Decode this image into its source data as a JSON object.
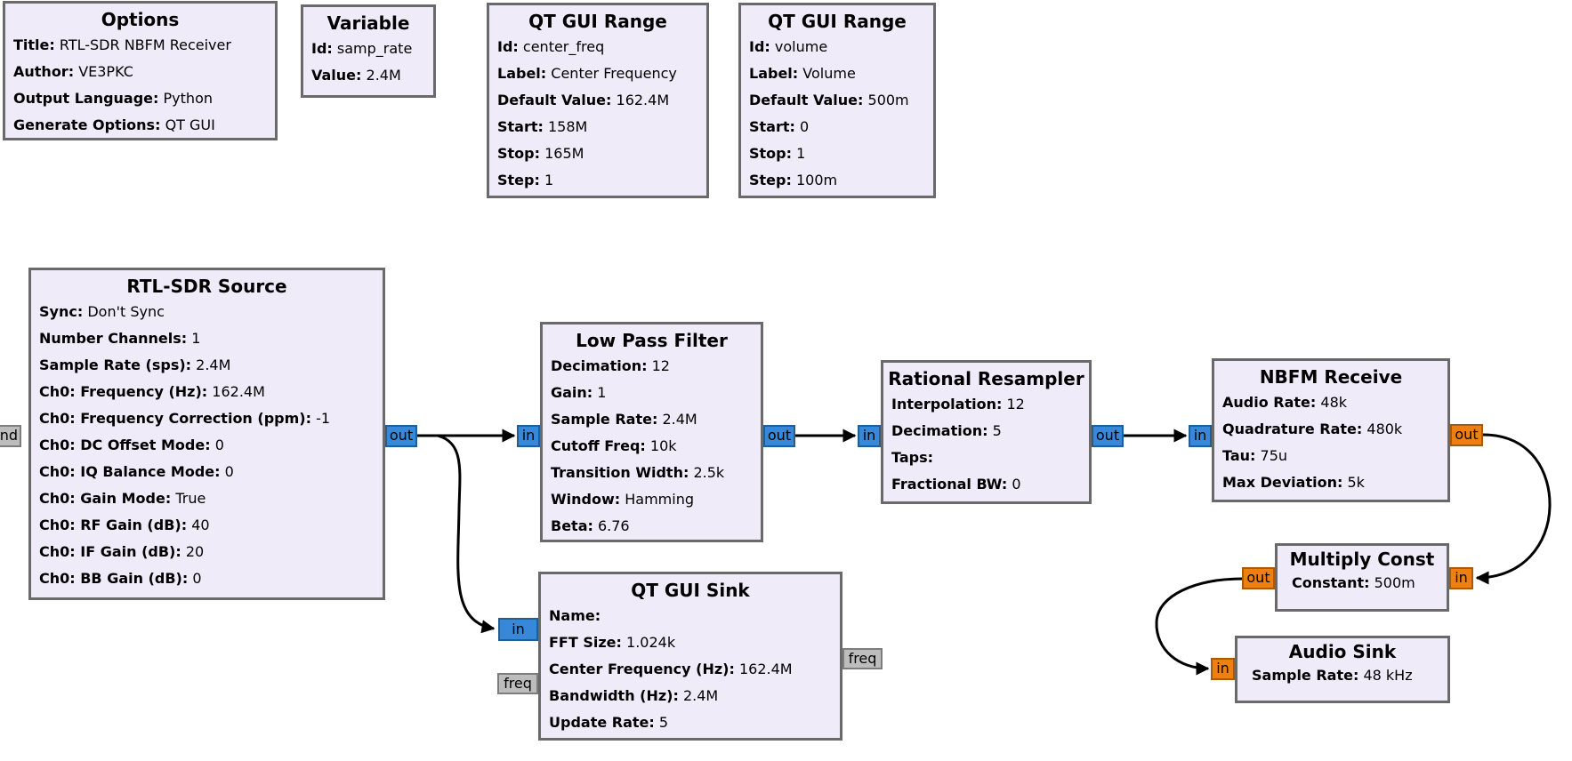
{
  "colors": {
    "canvas_bg": "#ffffff",
    "block_fill": "#f0ebf9",
    "block_border": "#6a6a6a",
    "complex_port": "#3788d8",
    "float_port": "#ee8012",
    "message_port": "#bdbdbd",
    "connection": "#000000"
  },
  "blocks": {
    "options": {
      "title": "Options",
      "params": [
        {
          "label": "Title:",
          "value": "RTL-SDR NBFM Receiver"
        },
        {
          "label": "Author:",
          "value": "VE3PKC"
        },
        {
          "label": "Output Language:",
          "value": "Python"
        },
        {
          "label": "Generate Options:",
          "value": "QT GUI"
        }
      ]
    },
    "variable": {
      "title": "Variable",
      "params": [
        {
          "label": "Id:",
          "value": "samp_rate"
        },
        {
          "label": "Value:",
          "value": "2.4M"
        }
      ]
    },
    "range_center_freq": {
      "title": "QT GUI Range",
      "params": [
        {
          "label": "Id:",
          "value": "center_freq"
        },
        {
          "label": "Label:",
          "value": "Center Frequency"
        },
        {
          "label": "Default Value:",
          "value": "162.4M"
        },
        {
          "label": "Start:",
          "value": "158M"
        },
        {
          "label": "Stop:",
          "value": "165M"
        },
        {
          "label": "Step:",
          "value": "1"
        }
      ]
    },
    "range_volume": {
      "title": "QT GUI Range",
      "params": [
        {
          "label": "Id:",
          "value": "volume"
        },
        {
          "label": "Label:",
          "value": "Volume"
        },
        {
          "label": "Default Value:",
          "value": "500m"
        },
        {
          "label": "Start:",
          "value": "0"
        },
        {
          "label": "Stop:",
          "value": "1"
        },
        {
          "label": "Step:",
          "value": "100m"
        }
      ]
    },
    "rtlsdr_source": {
      "title": "RTL-SDR Source",
      "params": [
        {
          "label": "Sync:",
          "value": "Don't Sync"
        },
        {
          "label": "Number Channels:",
          "value": "1"
        },
        {
          "label": "Sample Rate (sps):",
          "value": "2.4M"
        },
        {
          "label": "Ch0: Frequency (Hz):",
          "value": "162.4M"
        },
        {
          "label": "Ch0: Frequency Correction (ppm):",
          "value": "-1"
        },
        {
          "label": "Ch0: DC Offset Mode:",
          "value": "0"
        },
        {
          "label": "Ch0: IQ Balance Mode:",
          "value": "0"
        },
        {
          "label": "Ch0: Gain Mode:",
          "value": "True"
        },
        {
          "label": "Ch0: RF Gain (dB):",
          "value": "40"
        },
        {
          "label": "Ch0: IF Gain (dB):",
          "value": "20"
        },
        {
          "label": "Ch0: BB Gain (dB):",
          "value": "0"
        }
      ],
      "ports": {
        "msg_in": "nd",
        "out": "out"
      }
    },
    "low_pass_filter": {
      "title": "Low Pass Filter",
      "params": [
        {
          "label": "Decimation:",
          "value": "12"
        },
        {
          "label": "Gain:",
          "value": "1"
        },
        {
          "label": "Sample Rate:",
          "value": "2.4M"
        },
        {
          "label": "Cutoff Freq:",
          "value": "10k"
        },
        {
          "label": "Transition Width:",
          "value": "2.5k"
        },
        {
          "label": "Window:",
          "value": "Hamming"
        },
        {
          "label": "Beta:",
          "value": "6.76"
        }
      ],
      "ports": {
        "in": "in",
        "out": "out"
      }
    },
    "rational_resampler": {
      "title": "Rational Resampler",
      "params": [
        {
          "label": "Interpolation:",
          "value": "12"
        },
        {
          "label": "Decimation:",
          "value": "5"
        },
        {
          "label": "Taps:",
          "value": ""
        },
        {
          "label": "Fractional BW:",
          "value": "0"
        }
      ],
      "ports": {
        "in": "in",
        "out": "out"
      }
    },
    "nbfm_receive": {
      "title": "NBFM Receive",
      "params": [
        {
          "label": "Audio Rate:",
          "value": "48k"
        },
        {
          "label": "Quadrature Rate:",
          "value": "480k"
        },
        {
          "label": "Tau:",
          "value": "75u"
        },
        {
          "label": "Max Deviation:",
          "value": "5k"
        }
      ],
      "ports": {
        "in": "in",
        "out": "out"
      }
    },
    "qtgui_sink": {
      "title": "QT GUI Sink",
      "params": [
        {
          "label": "Name:",
          "value": ""
        },
        {
          "label": "FFT Size:",
          "value": "1.024k"
        },
        {
          "label": "Center Frequency (Hz):",
          "value": "162.4M"
        },
        {
          "label": "Bandwidth (Hz):",
          "value": "2.4M"
        },
        {
          "label": "Update Rate:",
          "value": "5"
        }
      ],
      "ports": {
        "in": "in",
        "freq_in": "freq",
        "freq_out": "freq"
      }
    },
    "multiply_const": {
      "title": "Multiply Const",
      "params": [
        {
          "label": "Constant:",
          "value": "500m"
        }
      ],
      "ports": {
        "in": "in",
        "out": "out"
      }
    },
    "audio_sink": {
      "title": "Audio Sink",
      "params": [
        {
          "label": "Sample Rate:",
          "value": "48 kHz"
        }
      ],
      "ports": {
        "in": "in"
      }
    }
  },
  "connections": [
    {
      "from": "rtlsdr_source.out",
      "to": "low_pass_filter.in"
    },
    {
      "from": "rtlsdr_source.out",
      "to": "qtgui_sink.in"
    },
    {
      "from": "low_pass_filter.out",
      "to": "rational_resampler.in"
    },
    {
      "from": "rational_resampler.out",
      "to": "nbfm_receive.in"
    },
    {
      "from": "nbfm_receive.out",
      "to": "multiply_const.in"
    },
    {
      "from": "multiply_const.out",
      "to": "audio_sink.in"
    }
  ]
}
